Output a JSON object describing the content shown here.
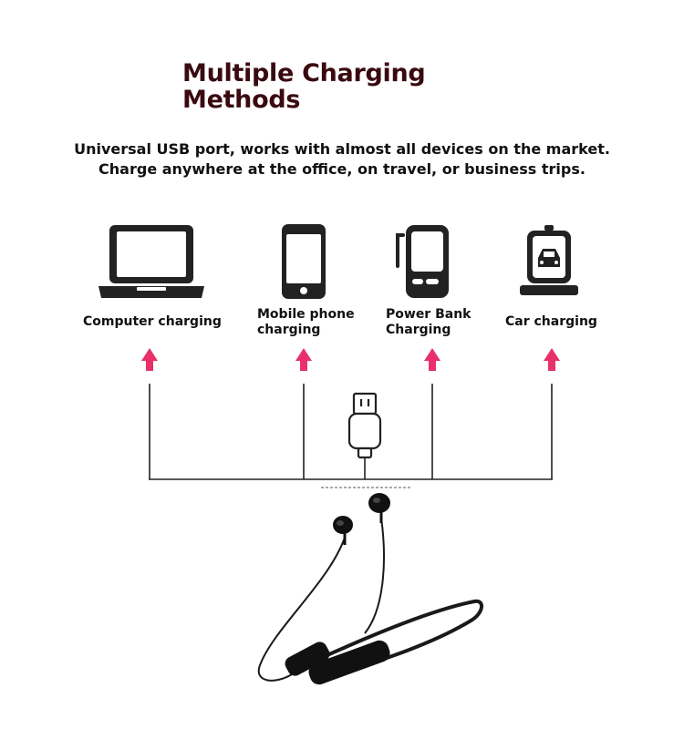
{
  "header": {
    "title_line1": "Multiple Charging",
    "title_line2": "Methods",
    "subtitle_line1": "Universal USB port, works with almost all devices on the market.",
    "subtitle_line2": "Charge anywhere at the office, on travel, or business trips."
  },
  "devices": [
    {
      "label": "Computer charging",
      "icon": "laptop-icon"
    },
    {
      "label_line1": "Mobile phone",
      "label_line2": "charging",
      "icon": "mobile-phone-icon"
    },
    {
      "label_line1": "Power Bank",
      "label_line2": "Charging",
      "icon": "power-bank-icon"
    },
    {
      "label": "Car charging",
      "icon": "car-charging-icon"
    }
  ],
  "connector": {
    "icon": "usb-connector-icon"
  },
  "product": {
    "icon": "neckband-earphones-image"
  },
  "colors": {
    "title": "#3a0a10",
    "arrow": "#e8306a",
    "lines": "#222222"
  }
}
